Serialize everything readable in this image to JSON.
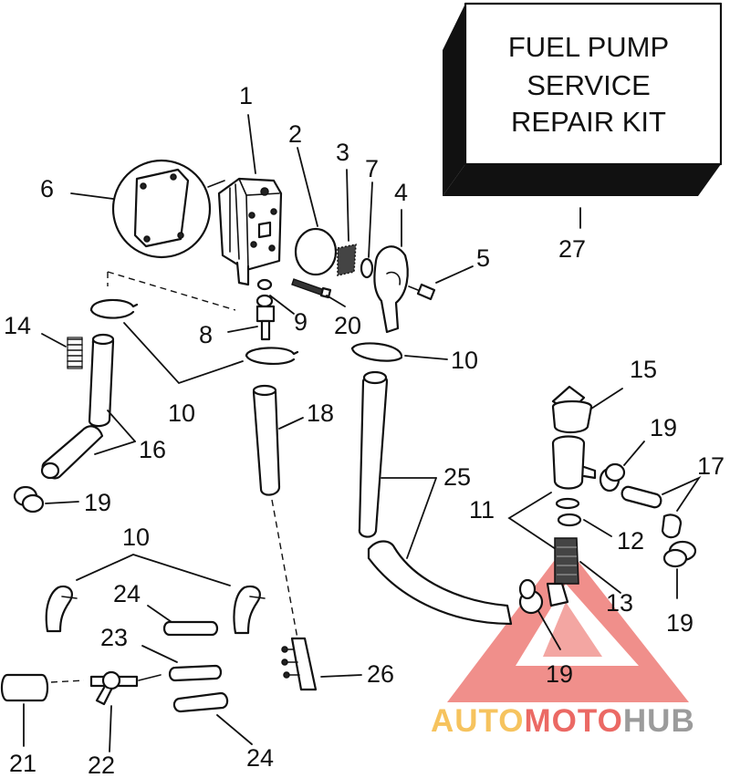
{
  "kit_box": {
    "lines": [
      "FUEL PUMP",
      "SERVICE",
      "REPAIR KIT"
    ]
  },
  "callouts": [
    "1",
    "2",
    "3",
    "4",
    "5",
    "6",
    "7",
    "8",
    "9",
    "10",
    "11",
    "12",
    "13",
    "14",
    "15",
    "16",
    "17",
    "18",
    "19",
    "20",
    "21",
    "22",
    "23",
    "24",
    "25",
    "26",
    "27"
  ],
  "watermark": {
    "part1": "AUTO",
    "part2": "MOTO",
    "part3": "HUB",
    "colors": {
      "auto": "#f5b942",
      "moto": "#e8504a",
      "hub": "#8a8a8a",
      "triangle": "#e8504a"
    }
  }
}
